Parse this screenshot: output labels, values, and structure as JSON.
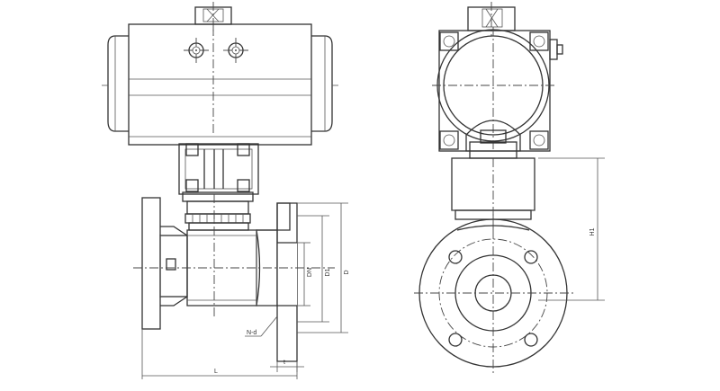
{
  "dimension_labels": {
    "dn": "DN",
    "d1": "D1",
    "d": "D",
    "n_d": "N-d",
    "t": "t",
    "l": "L",
    "h1": "H1"
  },
  "colors": {
    "line": "#333333",
    "hatch": "#555555",
    "background": "#ffffff"
  }
}
